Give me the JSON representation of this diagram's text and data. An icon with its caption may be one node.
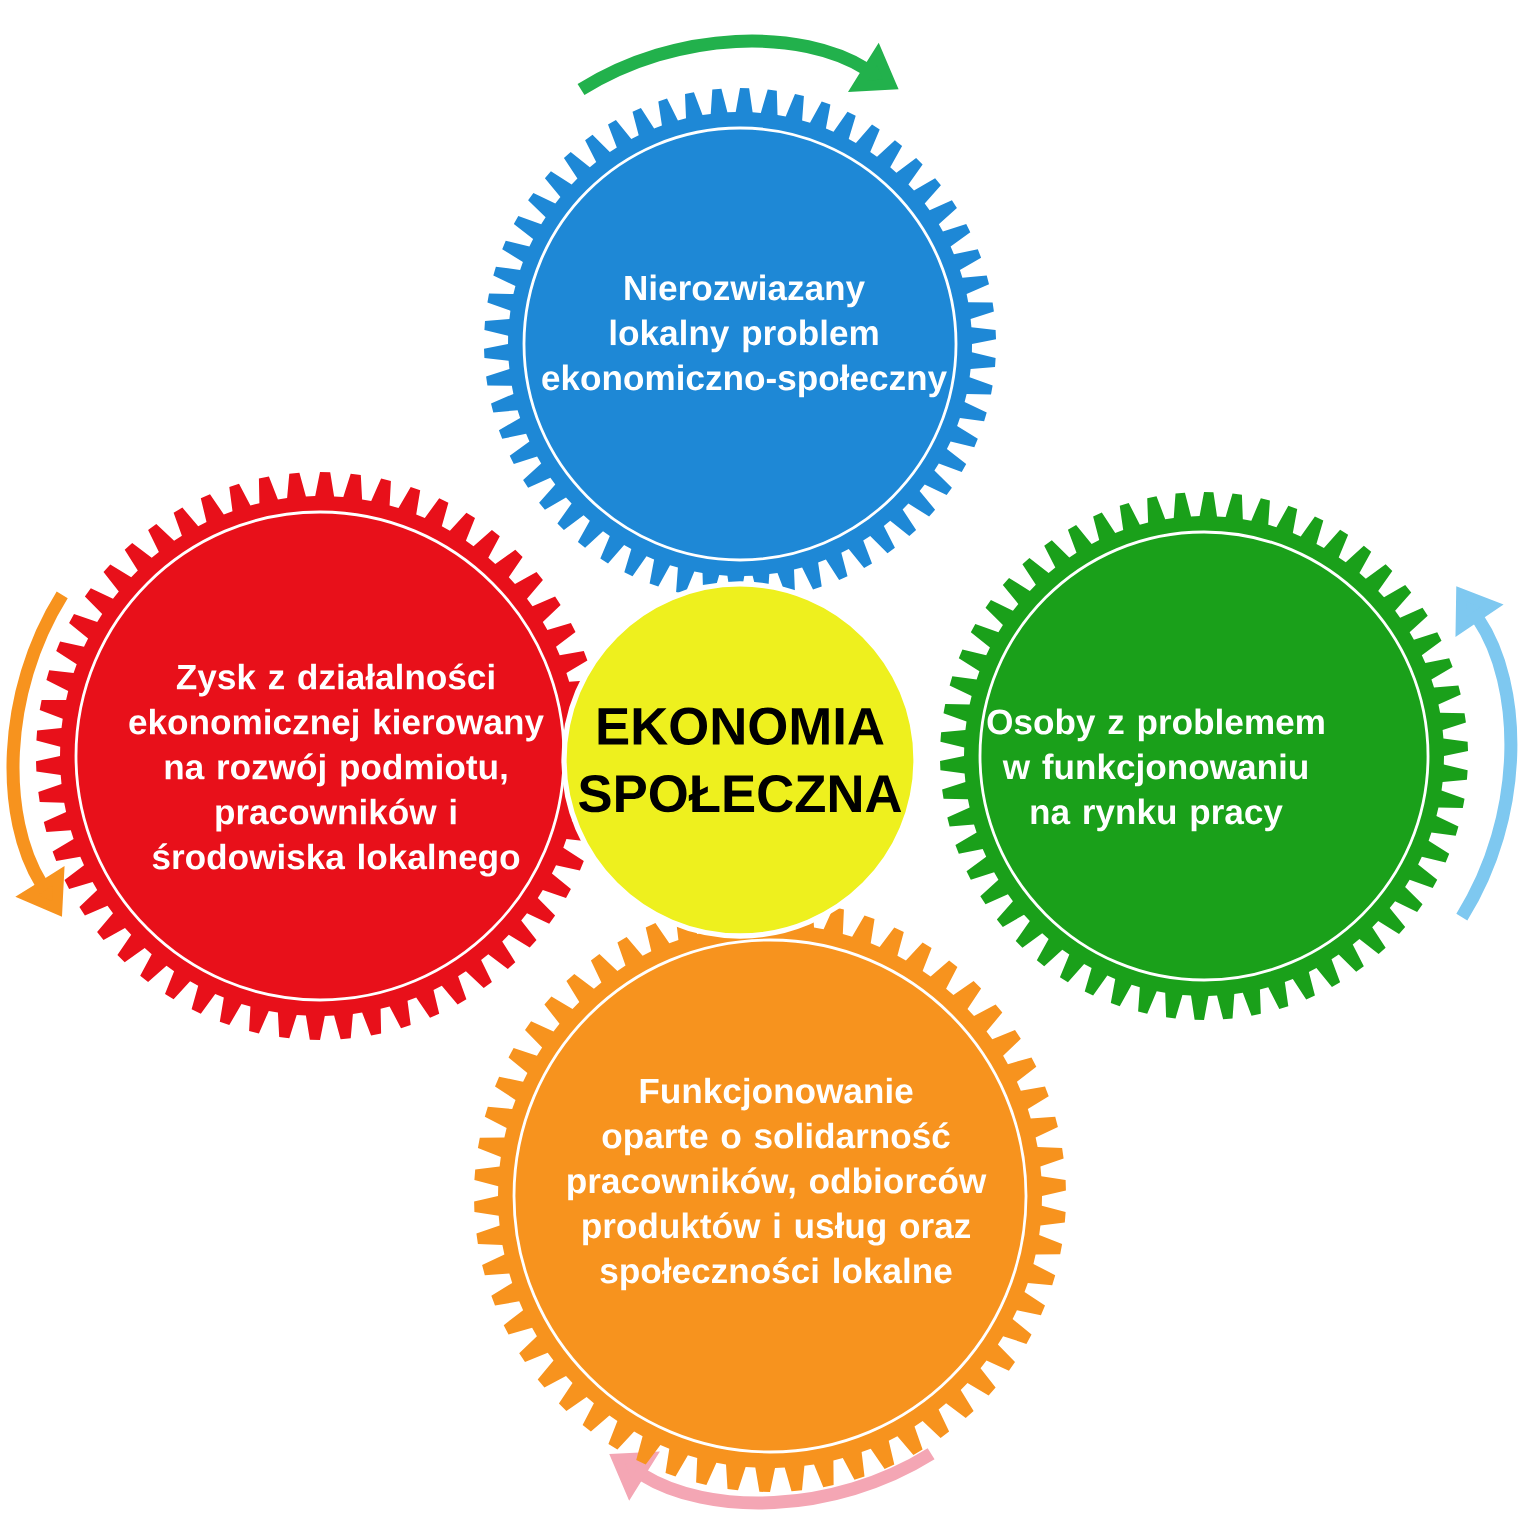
{
  "diagram": {
    "nodes": [
      {
        "text": [
          "Nierozwiazany lokalny problem ekonomiczno-społeczny"
        ]
      },
      {
        "text": [
          "Zysk z działalności ekonomicznej kierowany na rozwój podmiotu, pracowników i środowiska lokalnego"
        ]
      },
      {
        "text": [
          "EKONOMIA SPOŁECZNA"
        ]
      },
      {
        "text": [
          "Osoby z problemem w funkcjonowaniu na rynku pracy"
        ]
      },
      {
        "text": [
          "Funkcjonowanie oparte o solidarność pracowników, odbiorców produktów i usług oraz społeczności lokalne"
        ]
      }
    ]
  }
}
